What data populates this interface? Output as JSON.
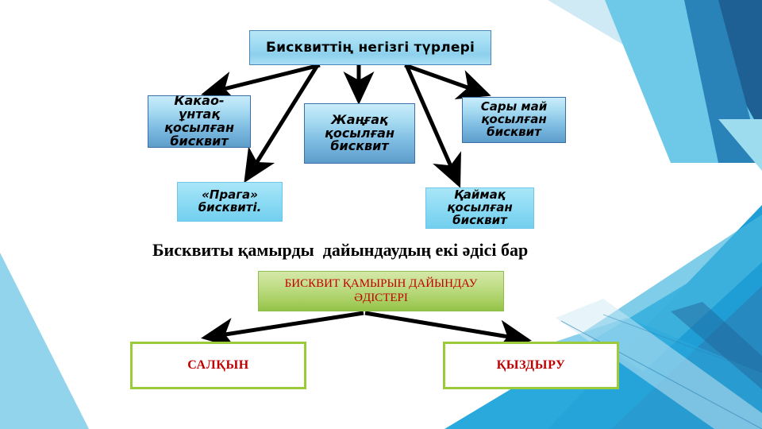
{
  "slide": {
    "background_colors": {
      "light_cyan": "#6ec9e8",
      "mid_cyan": "#29a9dc",
      "deep_blue": "#1f6094",
      "pale_blue": "#cfe9f5",
      "steel_blue": "#2a83b8"
    }
  },
  "diagram_top": {
    "title_box": {
      "label": "Бисквиттің негізгі түрлері"
    },
    "nodes": [
      {
        "id": "kakao",
        "label": "Какао-\nұнтақ\nқосылған\nбисквит"
      },
      {
        "id": "zhangak",
        "label": "Жаңғақ\nқосылған\nбисквит"
      },
      {
        "id": "sarymay",
        "label": "Сары май\nқосылған\nбисквит"
      },
      {
        "id": "praga",
        "label": "«Прага»\nбисквиті."
      },
      {
        "id": "kaymak",
        "label": "Қаймақ\nқосылған\nбисквит"
      }
    ]
  },
  "caption": {
    "text": "Бисквиты қамырды  дайындаудың екі әдісі бар"
  },
  "diagram_bottom": {
    "header_box": {
      "line1": "БИСКВИТ ҚАМЫРЫН ДАЙЫНДАУ",
      "line2": "ӘДІСТЕРІ"
    },
    "options": [
      {
        "id": "salkyn",
        "label": "САЛҚЫН"
      },
      {
        "id": "kyzdyru",
        "label": "ҚЫЗДЫРУ"
      }
    ]
  },
  "colors": {
    "red_text": "#c00000",
    "green_border": "#9bcb3b",
    "arrow": "#000000"
  }
}
